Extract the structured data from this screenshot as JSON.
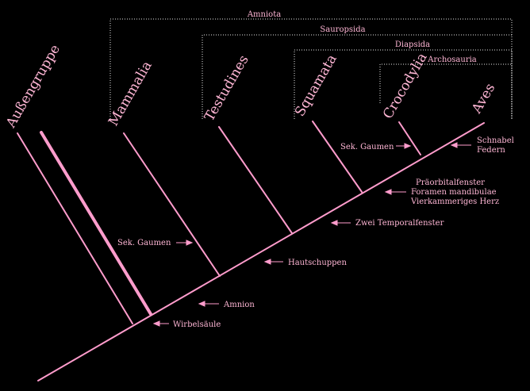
{
  "colors": {
    "background": "#000000",
    "lines": "#ff9ccc",
    "text": "#ffb6d5",
    "brackets": "#e8e8e8"
  },
  "groups": {
    "amniota": "Amniota",
    "sauropsida": "Sauropsida",
    "diapsida": "Diapsida",
    "archosauria": "Archosauria"
  },
  "taxa": {
    "aussengruppe": "Außengruppe",
    "mammalia": "Mammalia",
    "testudines": "Testudines",
    "squamata": "Squamata",
    "crocodylia": "Crocodylia",
    "aves": "Aves"
  },
  "characters": {
    "wirbelsaeule": "Wirbelsäule",
    "amnion": "Amnion",
    "hautschuppen": "Hautschuppen",
    "zwei_temporalfenster": "Zwei Temporalfenster",
    "praeorbitalfenster": "Präorbitalfenster",
    "foramen_mandibulae": "Foramen mandibulae",
    "vierkammeriges_herz": "Vierkammeriges Herz",
    "schnabel": "Schnabel",
    "federn": "Federn",
    "sek_gaumen_mammalia": "Sek. Gaumen",
    "sek_gaumen_crocodylia": "Sek. Gaumen"
  }
}
